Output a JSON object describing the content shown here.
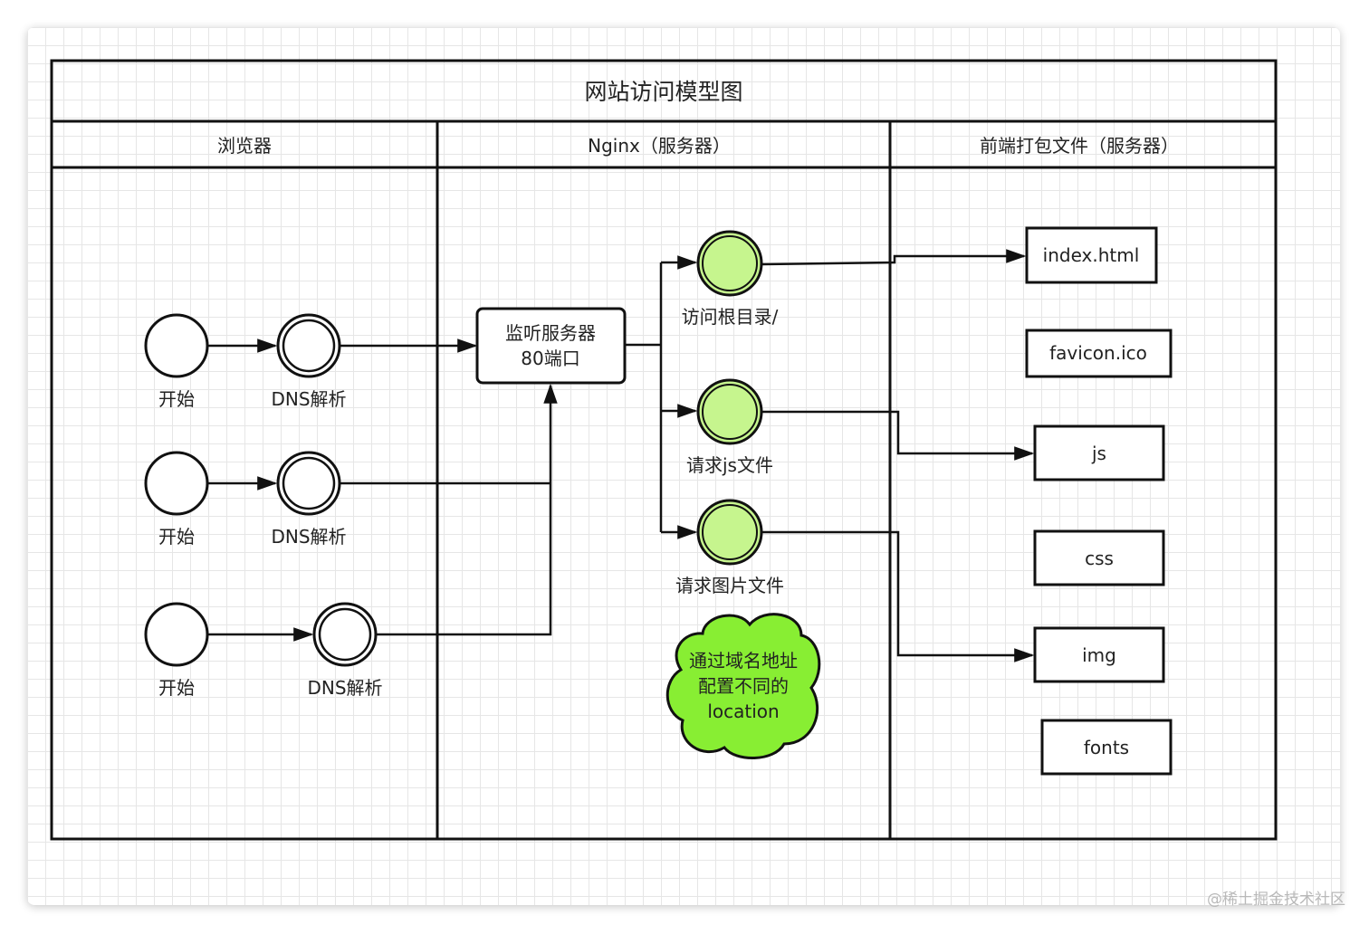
{
  "diagram": {
    "title": "网站访问模型图",
    "lanes": [
      {
        "label": "浏览器"
      },
      {
        "label": "Nginx（服务器）"
      },
      {
        "label": "前端打包文件（服务器）"
      }
    ],
    "browser_rows": [
      {
        "start_label": "开始",
        "dns_label": "DNS解析"
      },
      {
        "start_label": "开始",
        "dns_label": "DNS解析"
      },
      {
        "start_label": "开始",
        "dns_label": "DNS解析"
      }
    ],
    "nginx": {
      "listen_box": [
        "监听服务器",
        "80端口"
      ],
      "nodes": [
        {
          "label": "访问根目录/"
        },
        {
          "label": "请求js文件"
        },
        {
          "label": "请求图片文件"
        }
      ],
      "cloud_note": [
        "通过域名地址",
        "配置不同的",
        "location"
      ]
    },
    "files": [
      {
        "label": "index.html"
      },
      {
        "label": "favicon.ico"
      },
      {
        "label": "js"
      },
      {
        "label": "css"
      },
      {
        "label": "img"
      },
      {
        "label": "fonts"
      }
    ],
    "colors": {
      "line": "#111111",
      "node_fill": "#c6f58e",
      "cloud_fill": "#88ee33"
    }
  },
  "watermark": "@稀土掘金技术社区"
}
